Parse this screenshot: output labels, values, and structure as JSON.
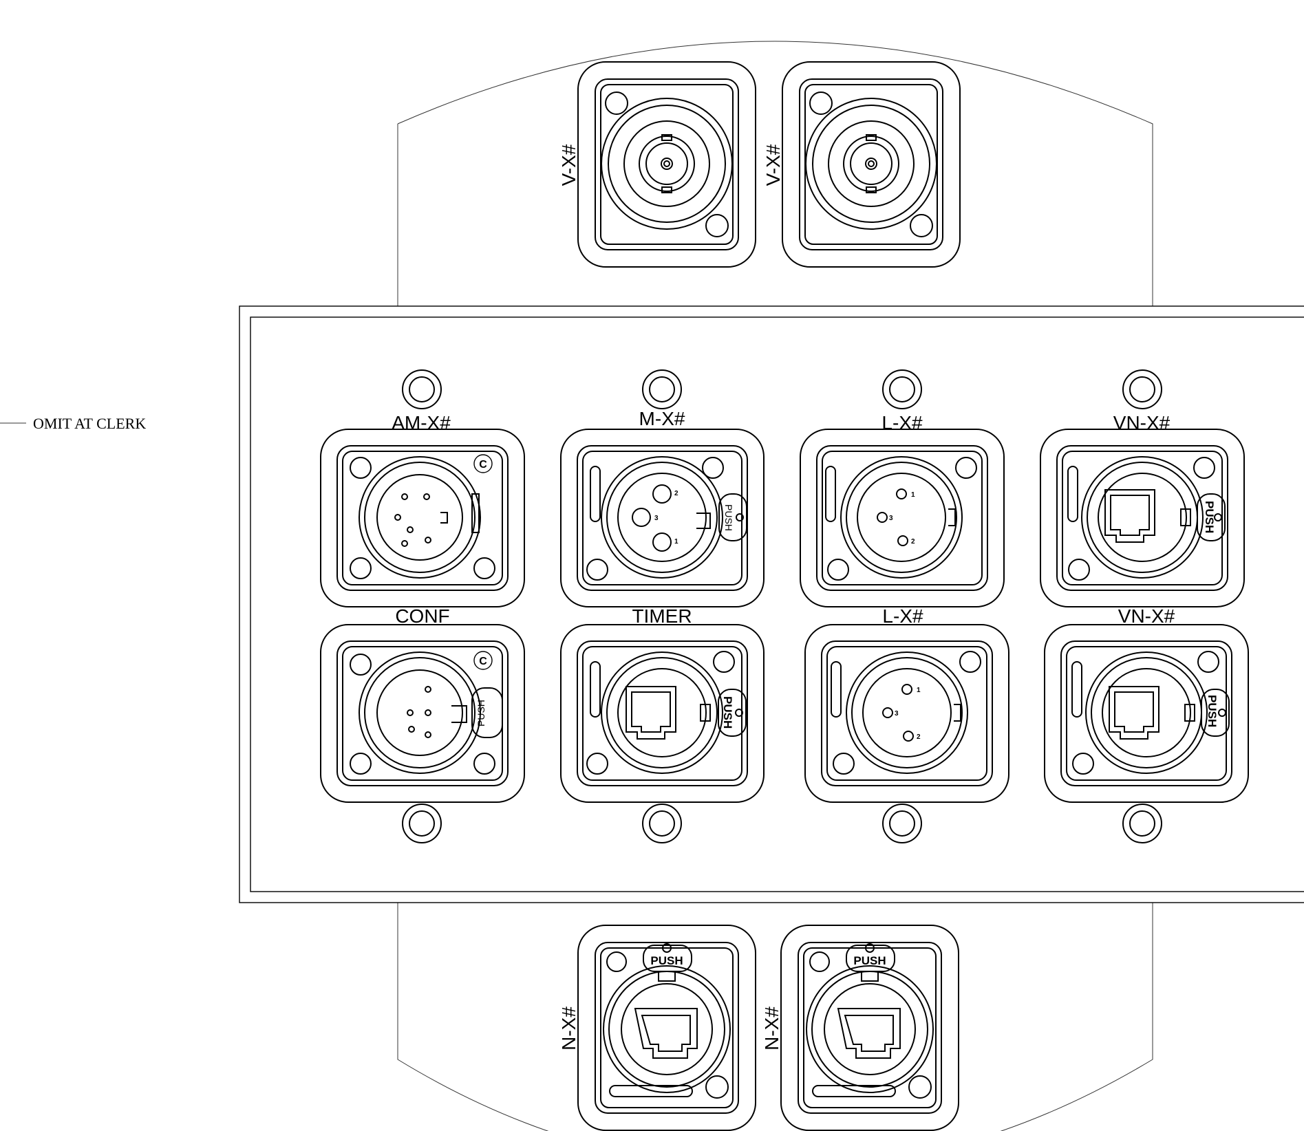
{
  "note": {
    "text": "OMIT AT CLERK"
  },
  "connectors": {
    "top_left": {
      "label": "V-X#",
      "type": "bnc"
    },
    "top_right": {
      "label": "V-X#",
      "type": "bnc"
    },
    "r1c1": {
      "label": "AM-X#",
      "type": "xlr6"
    },
    "r1c2": {
      "label": "M-X#",
      "type": "xlr3-female"
    },
    "r1c3": {
      "label": "L-X#",
      "type": "xlr3-male"
    },
    "r1c4": {
      "label": "VN-X#",
      "type": "rj45"
    },
    "r2c1": {
      "label": "CONF",
      "type": "xlr5"
    },
    "r2c2": {
      "label": "TIMER",
      "type": "rj45"
    },
    "r2c3": {
      "label": "L-X#",
      "type": "xlr3-male"
    },
    "r2c4": {
      "label": "VN-X#",
      "type": "rj45"
    },
    "bottom_left": {
      "label": "N-X#",
      "type": "rj45"
    },
    "bottom_right": {
      "label": "N-X#",
      "type": "rj45"
    }
  },
  "latch_text": "PUSH",
  "icons": [
    "bnc-icon",
    "xlr-icon",
    "rj45-icon",
    "mounting-hole-icon",
    "ce-mark-icon"
  ]
}
